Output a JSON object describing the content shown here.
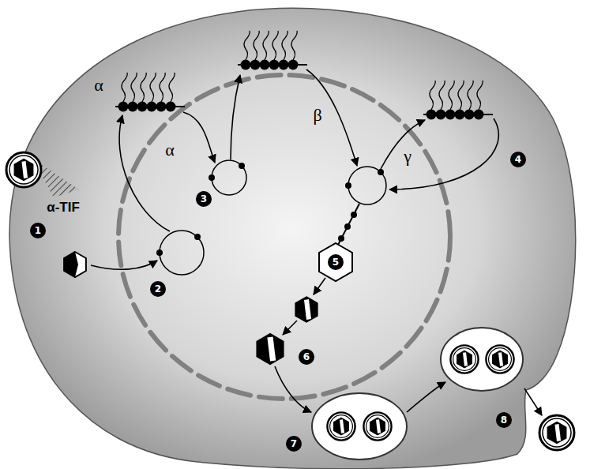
{
  "diagram": {
    "labels": [
      "α-TIF",
      "1",
      "2",
      "α",
      "α",
      "3",
      "β",
      "γ",
      "4",
      "5",
      "6",
      "7",
      "8"
    ]
  }
}
